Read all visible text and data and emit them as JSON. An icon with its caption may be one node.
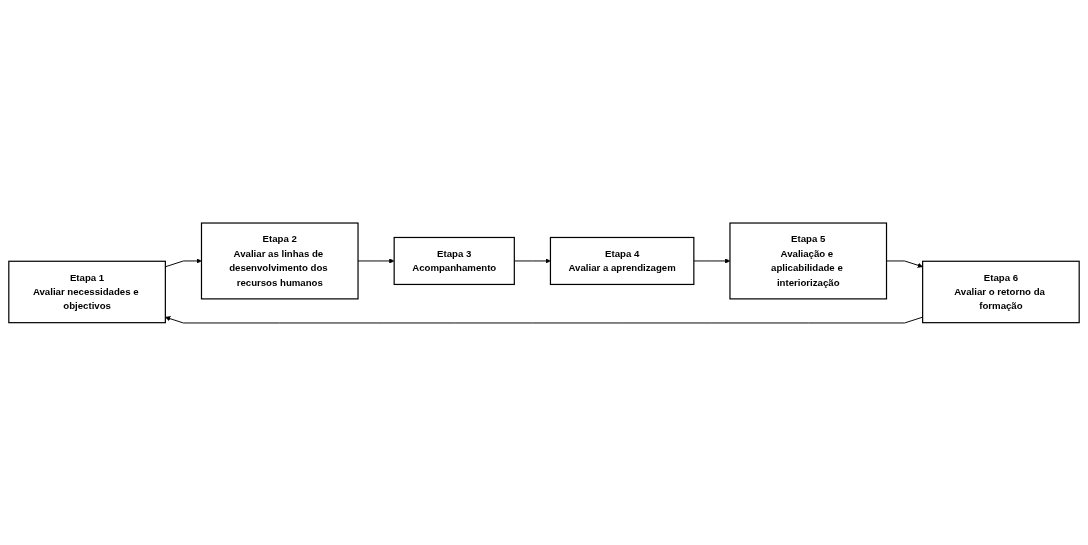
{
  "diagram": {
    "nodes": [
      {
        "text": [
          "Etapa 1",
          "Avaliar necessidades e objectivos"
        ]
      },
      {
        "text": [
          "Etapa 2",
          "Avaliar as linhas de desenvolvimento dos recursos humanos"
        ]
      },
      {
        "text": [
          "Etapa 3",
          "Acompanhamento"
        ]
      },
      {
        "text": [
          "Etapa 4",
          "Avaliar a aprendizagem"
        ]
      },
      {
        "text": [
          "Etapa 5",
          "Avaliação e aplicabilidade e interiorização"
        ]
      },
      {
        "text": [
          "Etapa 6",
          "Avaliar o retorno da formação"
        ]
      }
    ],
    "edges": [
      {
        "from": 0,
        "to": 1,
        "arrow": "to"
      },
      {
        "from": 1,
        "to": 2,
        "arrow": "to"
      },
      {
        "from": 2,
        "to": 3,
        "arrow": "to"
      },
      {
        "from": 3,
        "to": 4,
        "arrow": "to"
      },
      {
        "from": 4,
        "to": 5,
        "arrow": "to"
      },
      {
        "from": 5,
        "to": 0,
        "arrow": "to"
      }
    ]
  }
}
